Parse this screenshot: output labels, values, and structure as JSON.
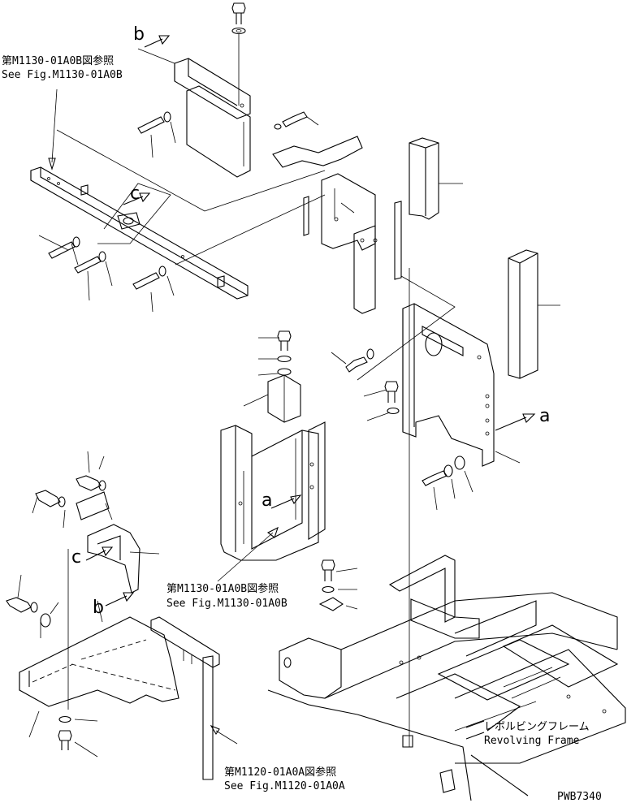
{
  "refs": {
    "top_left": {
      "jp": "第M1130-01A0B図参照",
      "en": "See Fig.M1130-01A0B"
    },
    "middle": {
      "jp": "第M1130-01A0B図参照",
      "en": "See Fig.M1130-01A0B"
    },
    "bottom": {
      "jp": "第M1120-01A0A図参照",
      "en": "See Fig.M1120-01A0A"
    }
  },
  "frame_label": {
    "jp": "レボルビングフレーム",
    "en": "Revolving Frame"
  },
  "markers": {
    "a": "a",
    "b": "b",
    "c": "c"
  },
  "drawing_no": "PWB7340"
}
